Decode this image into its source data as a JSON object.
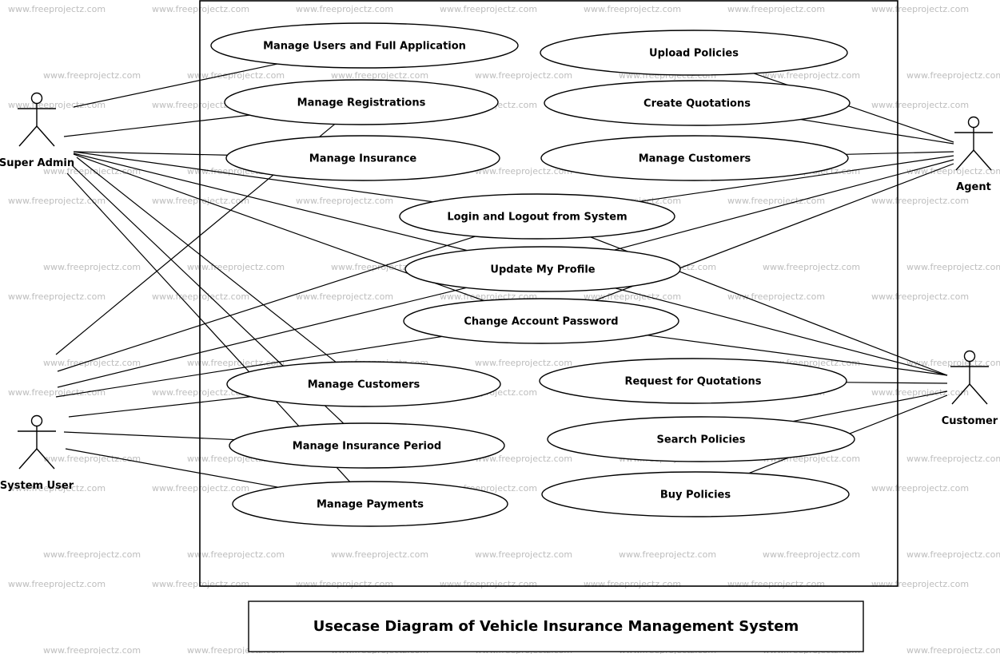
{
  "watermark": "www.freeprojectz.com",
  "title": "Usecase Diagram of Vehicle Insurance Management System",
  "actors": [
    {
      "id": "super_admin",
      "label": "Super Admin"
    },
    {
      "id": "system_user",
      "label": "System User"
    },
    {
      "id": "agent",
      "label": "Agent"
    },
    {
      "id": "customer",
      "label": "Customer"
    }
  ],
  "use_cases": [
    {
      "id": "uc1",
      "label": "Manage Users and Full Application"
    },
    {
      "id": "uc2",
      "label": "Manage Registrations"
    },
    {
      "id": "uc3",
      "label": "Manage Insurance"
    },
    {
      "id": "uc4",
      "label": "Login and Logout from System"
    },
    {
      "id": "uc5",
      "label": "Update My Profile"
    },
    {
      "id": "uc6",
      "label": "Change Account Password"
    },
    {
      "id": "uc7",
      "label": "Manage Customers"
    },
    {
      "id": "uc8",
      "label": "Manage Insurance Period"
    },
    {
      "id": "uc9",
      "label": "Manage Payments"
    },
    {
      "id": "uc10",
      "label": "Upload Policies"
    },
    {
      "id": "uc11",
      "label": "Create Quotations"
    },
    {
      "id": "uc12",
      "label": "Manage Customers"
    },
    {
      "id": "uc13",
      "label": "Request for Quotations"
    },
    {
      "id": "uc14",
      "label": "Search Policies"
    },
    {
      "id": "uc15",
      "label": "Buy Policies"
    }
  ],
  "associations": [
    [
      "super_admin",
      "uc1"
    ],
    [
      "super_admin",
      "uc2"
    ],
    [
      "super_admin",
      "uc3"
    ],
    [
      "super_admin",
      "uc4"
    ],
    [
      "super_admin",
      "uc5"
    ],
    [
      "super_admin",
      "uc6"
    ],
    [
      "super_admin",
      "uc7"
    ],
    [
      "super_admin",
      "uc8"
    ],
    [
      "super_admin",
      "uc9"
    ],
    [
      "system_user",
      "uc2"
    ],
    [
      "system_user",
      "uc4"
    ],
    [
      "system_user",
      "uc5"
    ],
    [
      "system_user",
      "uc6"
    ],
    [
      "system_user",
      "uc7"
    ],
    [
      "system_user",
      "uc8"
    ],
    [
      "system_user",
      "uc9"
    ],
    [
      "agent",
      "uc10"
    ],
    [
      "agent",
      "uc11"
    ],
    [
      "agent",
      "uc12"
    ],
    [
      "agent",
      "uc4"
    ],
    [
      "agent",
      "uc5"
    ],
    [
      "agent",
      "uc6"
    ],
    [
      "customer",
      "uc4"
    ],
    [
      "customer",
      "uc5"
    ],
    [
      "customer",
      "uc6"
    ],
    [
      "customer",
      "uc13"
    ],
    [
      "customer",
      "uc14"
    ],
    [
      "customer",
      "uc15"
    ]
  ]
}
